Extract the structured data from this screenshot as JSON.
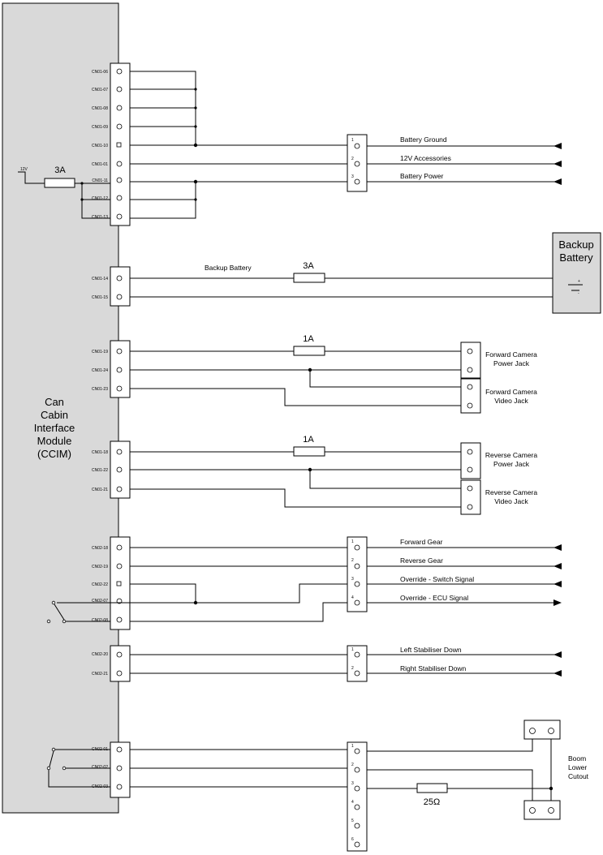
{
  "module": {
    "lines": [
      "Can",
      "Cabin",
      "Interface",
      "Module",
      "(CCIM)"
    ],
    "fill": "#d9d9d9"
  },
  "supply_label": "12V",
  "pins": {
    "c1": [
      "CN01-06",
      "CN01-07",
      "CN01-08",
      "CN01-09",
      "CN01-10",
      "CN01-01",
      "CN01-11",
      "CN01-12",
      "CN01-13"
    ],
    "c2": [
      "CN01-14",
      "CN01-15"
    ],
    "c3": [
      "CN01-19",
      "CN01-24",
      "CN01-23"
    ],
    "c4": [
      "CN01-18",
      "CN01-22",
      "CN01-21"
    ],
    "c5": [
      "CN02-18",
      "CN02-19",
      "CN02-22",
      "CN02-07",
      "CN02-08"
    ],
    "c6": [
      "CN02-20",
      "CN02-21"
    ],
    "c7": [
      "CN02-01",
      "CN02-02",
      "CN02-03"
    ]
  },
  "fuses": {
    "main": "3A",
    "backup": "3A",
    "forward_cam": "1A",
    "reverse_cam": "1A",
    "resistor": "25Ω"
  },
  "signals": {
    "battery_ground": "Battery Ground",
    "accessories": "12V Accessories",
    "battery_power": "Battery Power",
    "backup_battery_wire": "Backup Battery",
    "forward_gear": "Forward Gear",
    "reverse_gear": "Reverse Gear",
    "override_switch": "Override - Switch Signal",
    "override_ecu": "Override - ECU Signal",
    "left_stab": "Left Stabiliser Down",
    "right_stab": "Right Stabiliser Down"
  },
  "backup_box": {
    "lines": [
      "Backup",
      "Battery"
    ],
    "plus": "+",
    "minus": "-",
    "fill": "#d9d9d9"
  },
  "jacks": {
    "fwd_power": [
      "Forward Camera",
      "Power Jack"
    ],
    "fwd_video": [
      "Forward Camera",
      "Video Jack"
    ],
    "rev_power": [
      "Reverse Camera",
      "Power Jack"
    ],
    "rev_video": [
      "Reverse Camera",
      "Video Jack"
    ]
  },
  "boom": [
    "Boom",
    "Lower",
    "Cutout"
  ],
  "conn_numbers": {
    "three": [
      "1",
      "2",
      "3"
    ],
    "four": [
      "1",
      "2",
      "3",
      "4"
    ],
    "two": [
      "1",
      "2"
    ],
    "six": [
      "1",
      "2",
      "3",
      "4",
      "5",
      "6"
    ]
  }
}
